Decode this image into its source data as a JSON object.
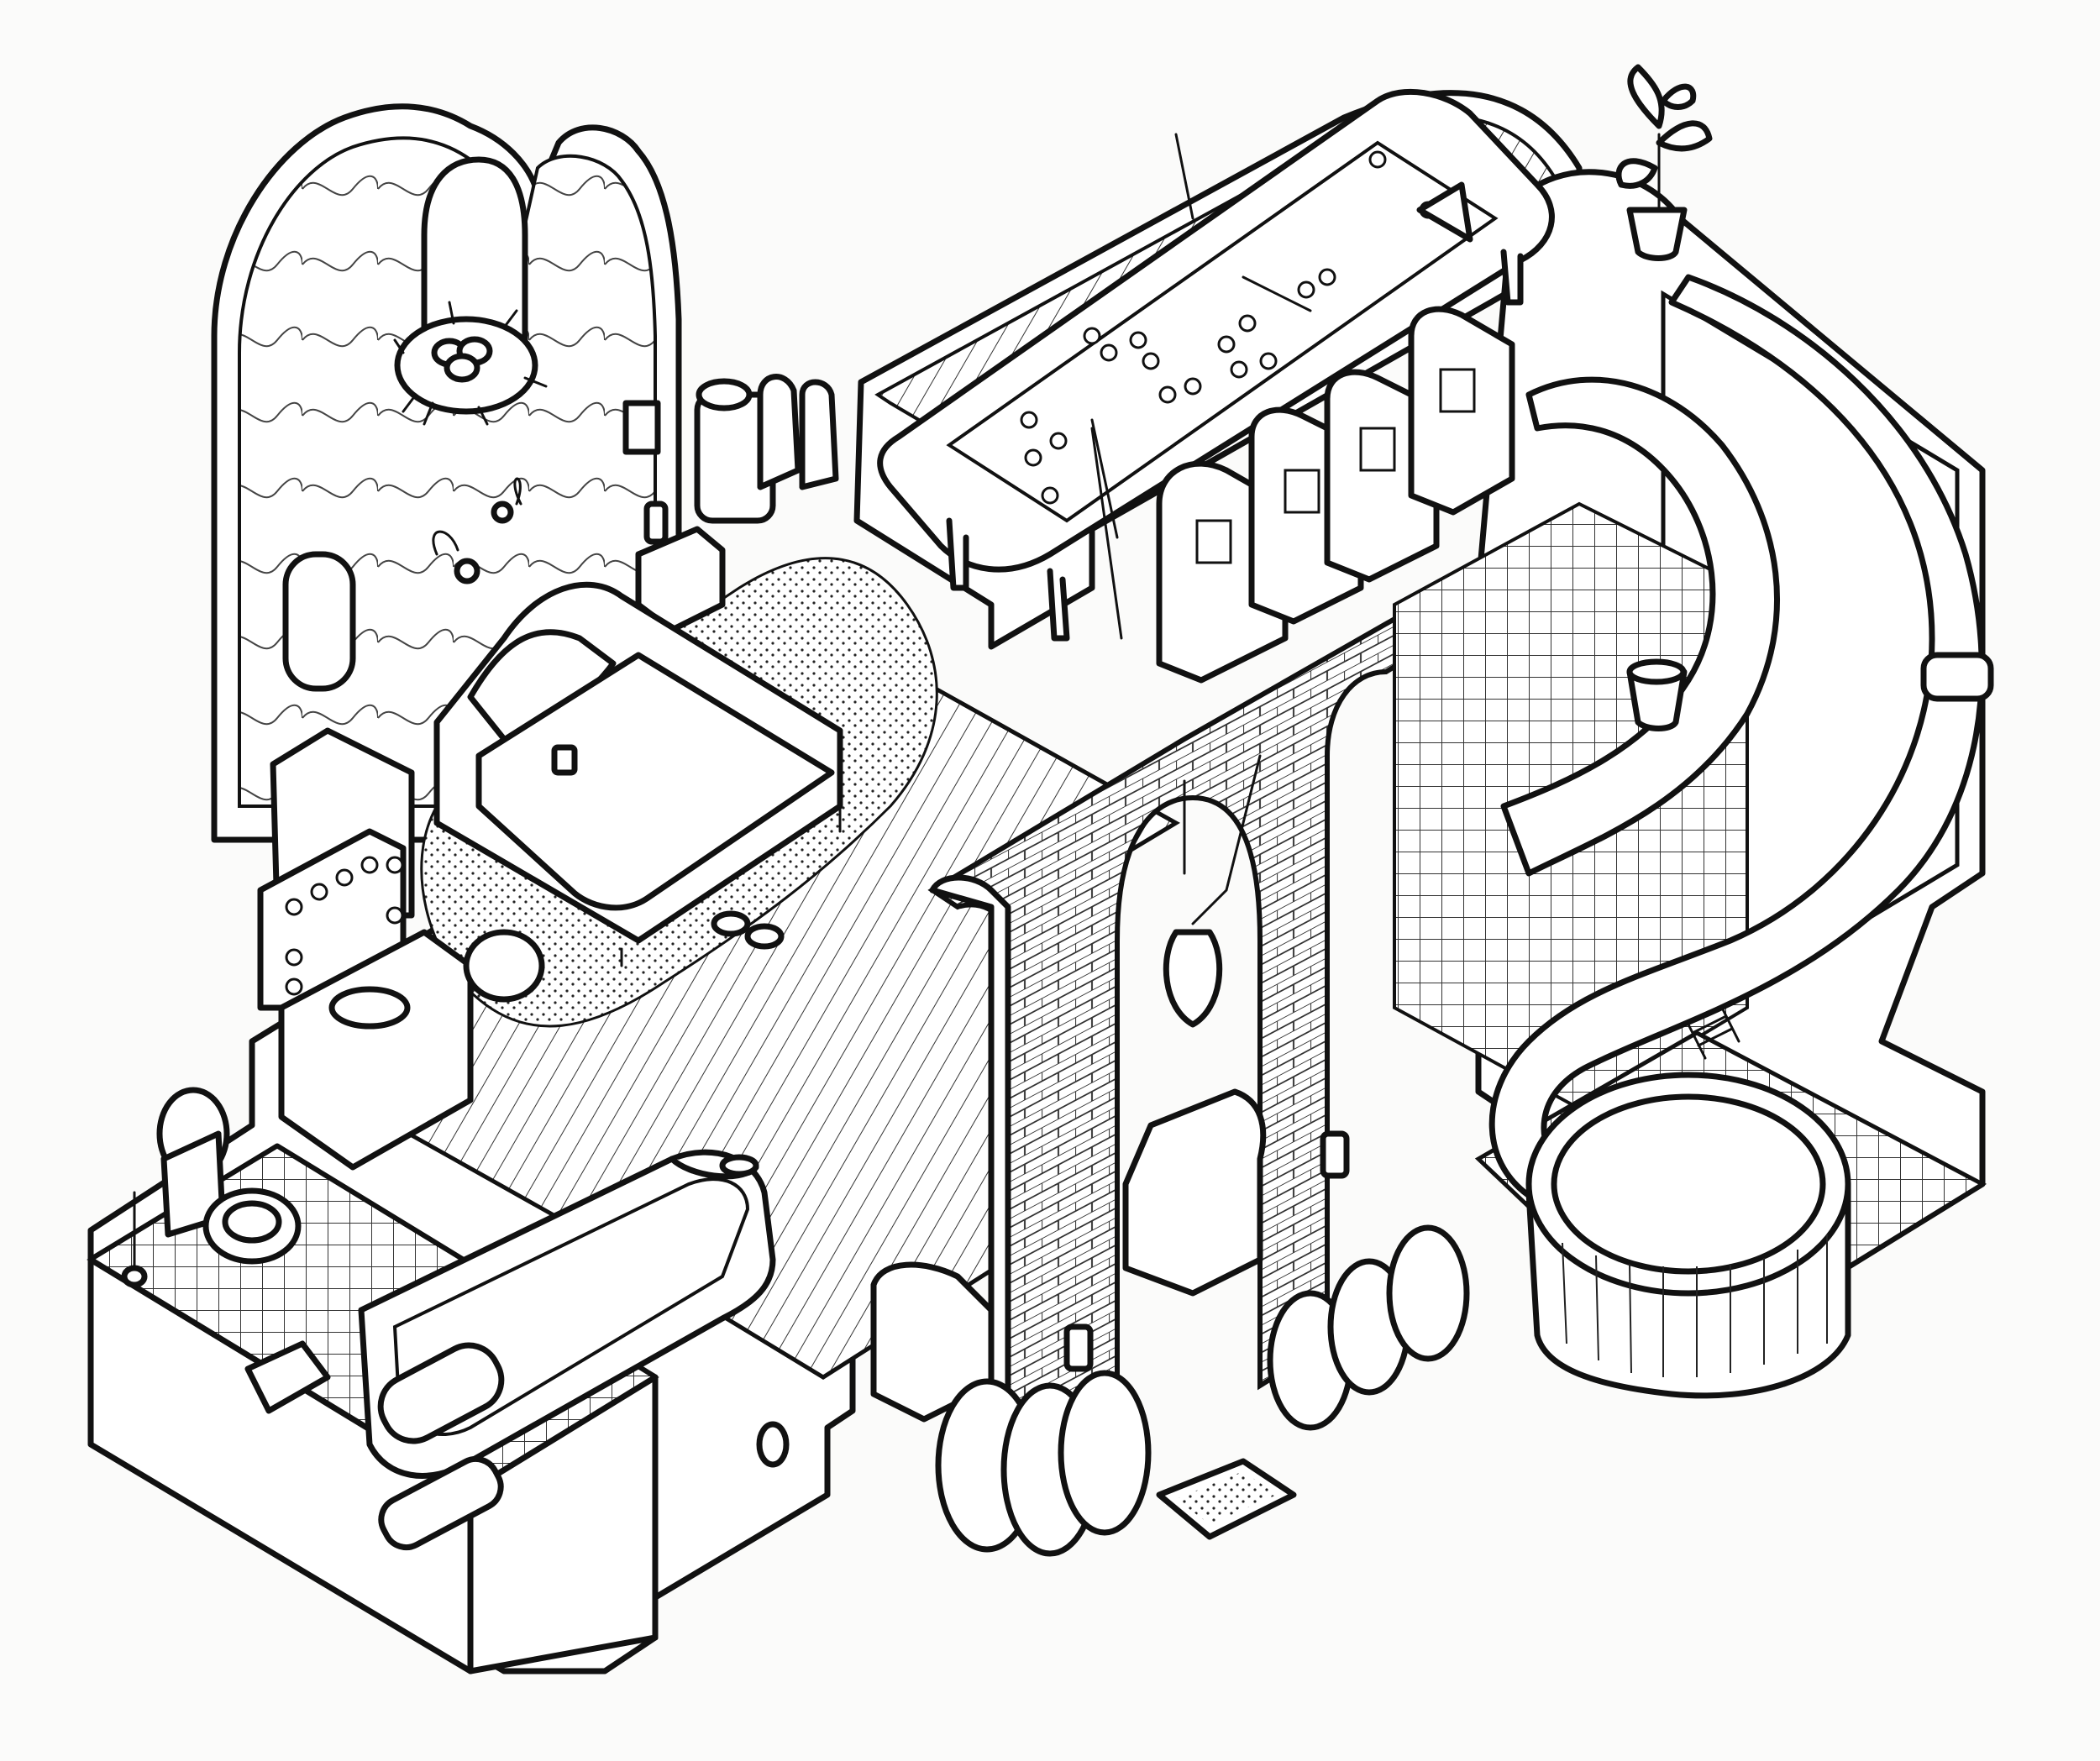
{
  "colors": {
    "paper": "#fbfbfa",
    "ink": "#111111"
  },
  "scene": {
    "rooms": [
      "bedroom",
      "bathroom",
      "game-room",
      "stair-hall",
      "slide-and-pool"
    ],
    "objects": [
      "pool-table",
      "arcade-cabinets",
      "bed",
      "vanity",
      "bathtub",
      "toilet",
      "water-slide",
      "round-pool",
      "hanging-lantern",
      "potted-plant",
      "shrubs",
      "doormat",
      "armchair",
      "sink-counter",
      "water-cooler-bottles",
      "bird-nest"
    ]
  }
}
